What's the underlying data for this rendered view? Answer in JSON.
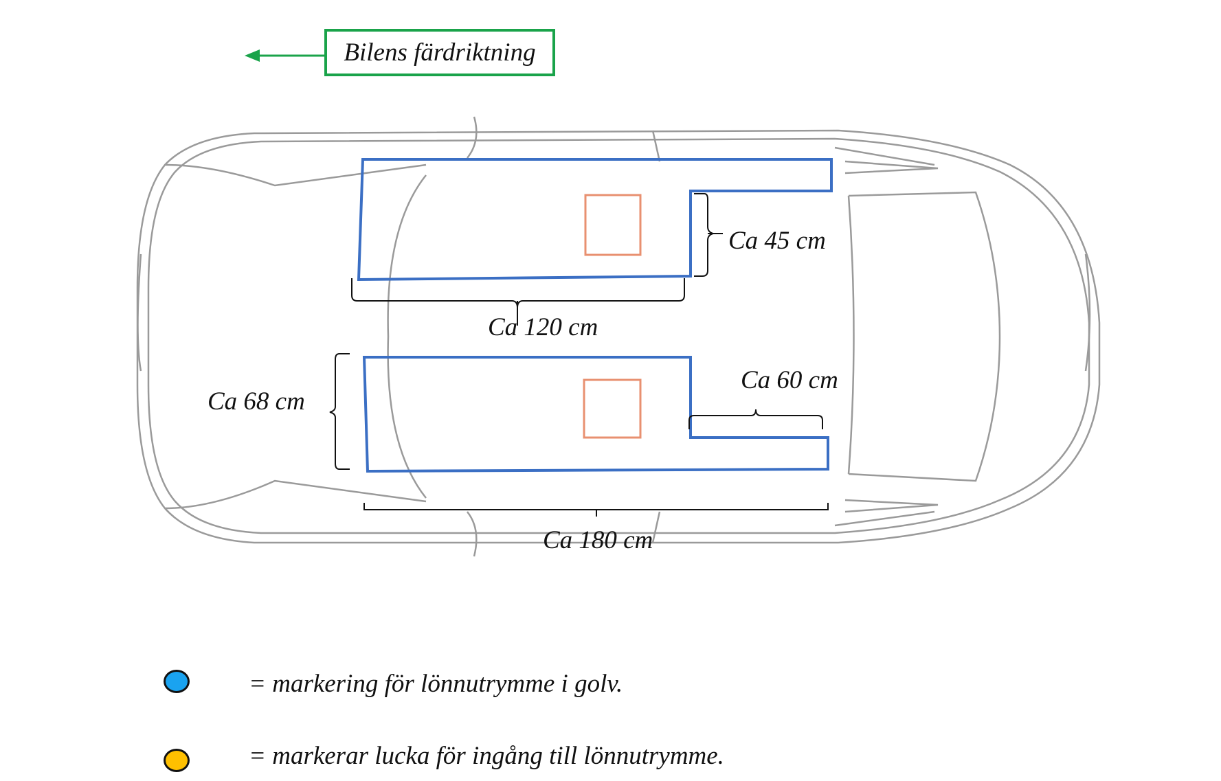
{
  "direction": {
    "label": "Bilens färdriktning"
  },
  "measurements": {
    "m45": "Ca 45 cm",
    "m120": "Ca 120 cm",
    "m68": "Ca 68 cm",
    "m60": "Ca 60 cm",
    "m180": "Ca 180 cm"
  },
  "colors": {
    "arrow_green": "#1aa34a",
    "compartment_blue": "#3b6fc4",
    "hatch_orange": "#e89070",
    "car_outline": "#9a9a9a",
    "legend_blue": "#1aa3f0",
    "legend_yellow": "#ffc000"
  },
  "legend": [
    {
      "text": "= markering för lönnutrymme i golv.",
      "color": "#1aa3f0"
    },
    {
      "text": "= markerar lucka för ingång till lönnutrymme.",
      "color": "#ffc000"
    }
  ]
}
